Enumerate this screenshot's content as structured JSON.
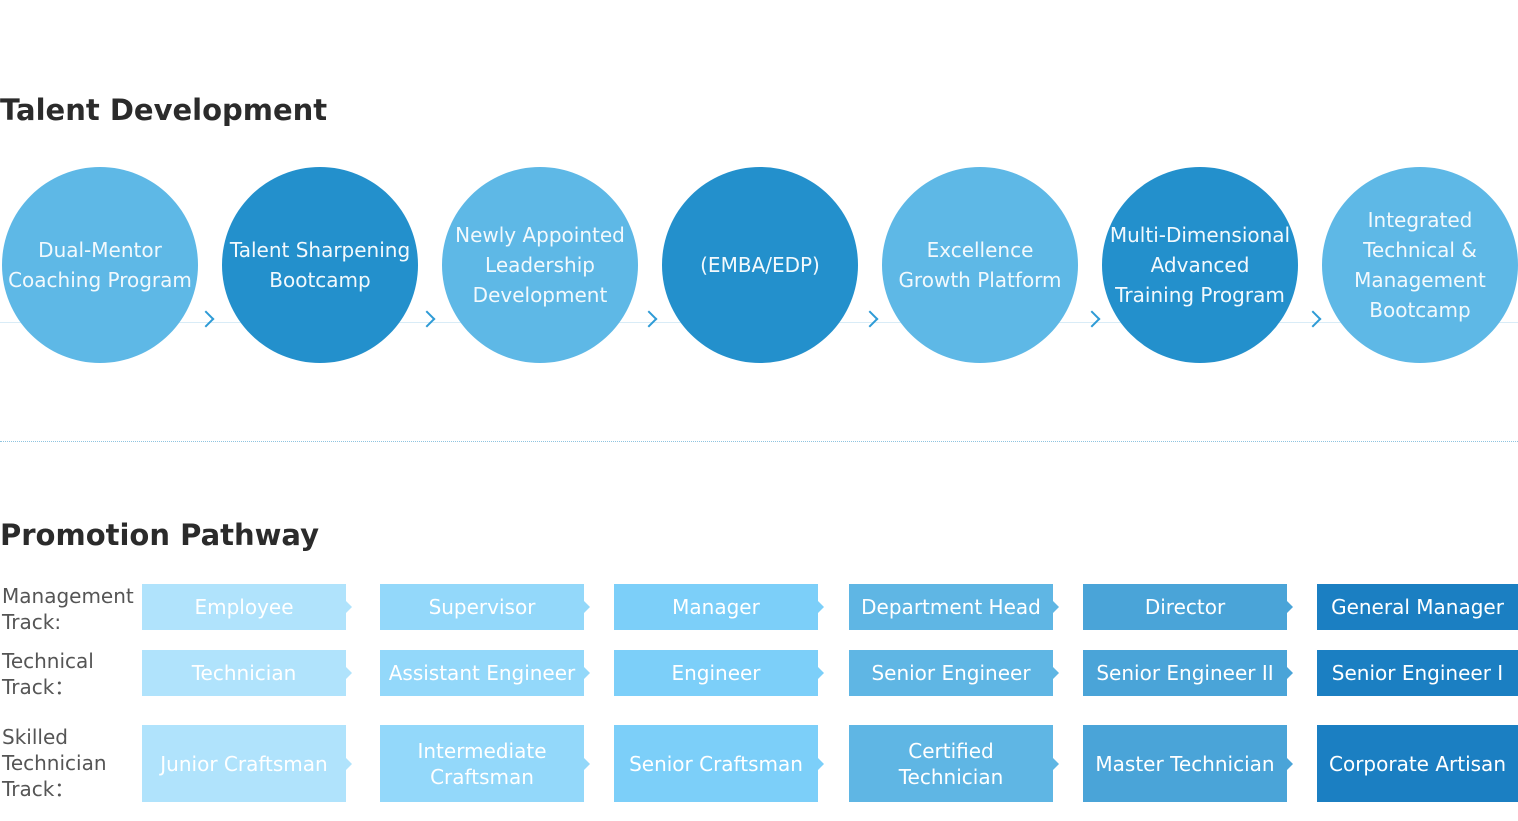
{
  "talent": {
    "title": "Talent Development",
    "steps": [
      {
        "label": "Dual-Mentor Coaching Program",
        "shade": "light"
      },
      {
        "label": "Talent Sharpening Bootcamp",
        "shade": "dark"
      },
      {
        "label": "Newly Appointed Leadership Development",
        "shade": "light"
      },
      {
        "label": "(EMBA/EDP)",
        "shade": "dark"
      },
      {
        "label": "Excellence Growth Platform",
        "shade": "light"
      },
      {
        "label": "Multi-Dimensional Advanced Training Program",
        "shade": "dark"
      },
      {
        "label": "Integrated Technical & Management Bootcamp",
        "shade": "light"
      }
    ]
  },
  "promotion": {
    "title": "Promotion Pathway",
    "tracks": [
      {
        "label": "Management Track:",
        "levels": [
          "Employee",
          "Supervisor",
          "Manager",
          "Department Head",
          "Director",
          "General Manager"
        ]
      },
      {
        "label": "Technical Track：",
        "levels": [
          "Technician",
          "Assistant Engineer",
          "Engineer",
          "Senior Engineer",
          "Senior Engineer II",
          "Senior Engineer I"
        ]
      },
      {
        "label": "Skilled Technician Track：",
        "levels": [
          "Junior Craftsman",
          "Intermediate Craftsman",
          "Senior Craftsman",
          "Certified Technician",
          "Master Technician",
          "Corporate Artisan"
        ]
      }
    ]
  },
  "colors": {
    "circle_light": "#5eb8e6",
    "circle_dark": "#2390cc",
    "level_1": "#b0e3fc",
    "level_2": "#93d8fa",
    "level_3": "#7ccff9",
    "level_4": "#5fb6e4",
    "level_5": "#4aa4d8",
    "level_6": "#1b7fc2"
  }
}
